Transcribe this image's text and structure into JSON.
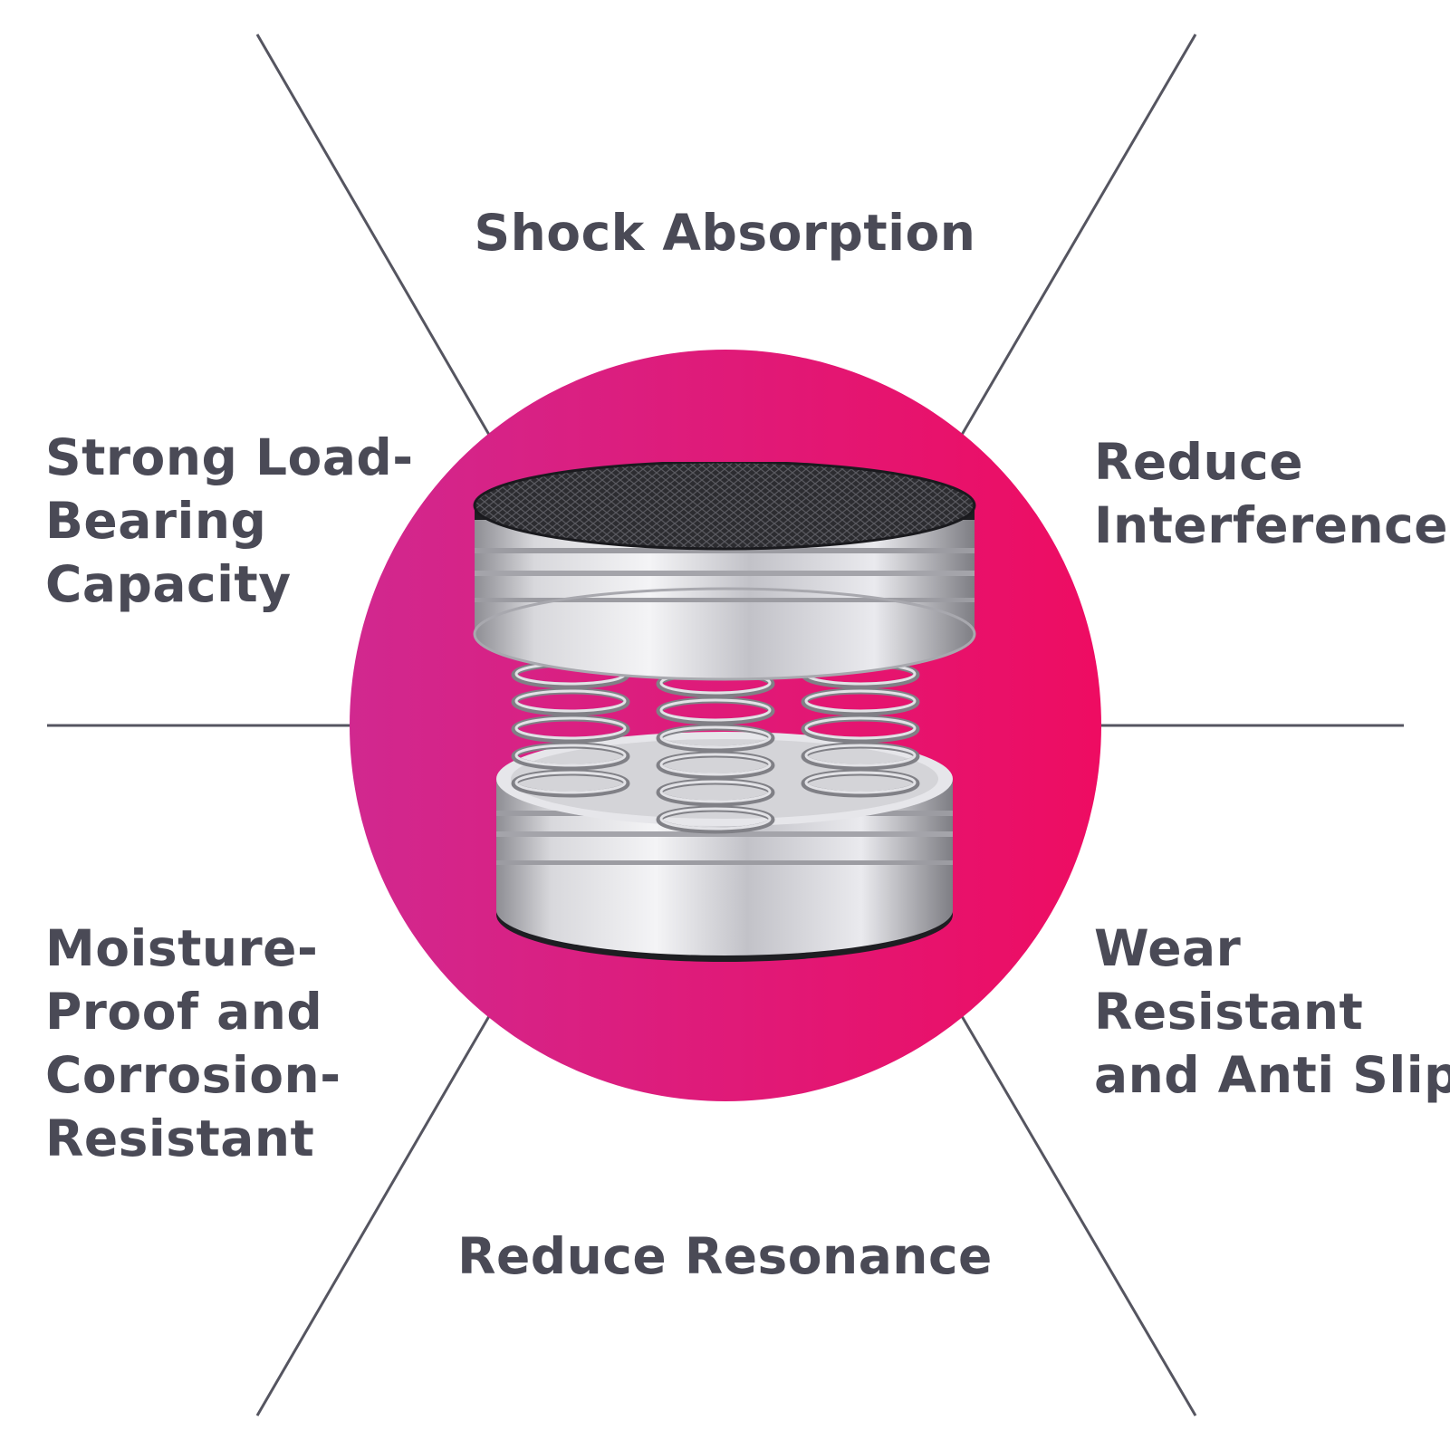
{
  "features": {
    "top": "Shock Absorption",
    "upper_left": [
      "Strong Load-",
      "Bearing",
      "Capacity"
    ],
    "upper_right": [
      "Reduce",
      "Interference"
    ],
    "lower_left": [
      "Moisture-",
      "Proof and",
      "Corrosion-",
      "Resistant"
    ],
    "lower_right": [
      "Wear",
      "Resistant",
      "and Anti Slip"
    ],
    "bottom": "Reduce Resonance"
  },
  "colors": {
    "text": "#4a4a56",
    "line": "#555560",
    "circle_left": "#d1288f",
    "circle_right": "#ee0c62"
  },
  "product": {
    "icon": "spring-isolation-foot-icon"
  }
}
